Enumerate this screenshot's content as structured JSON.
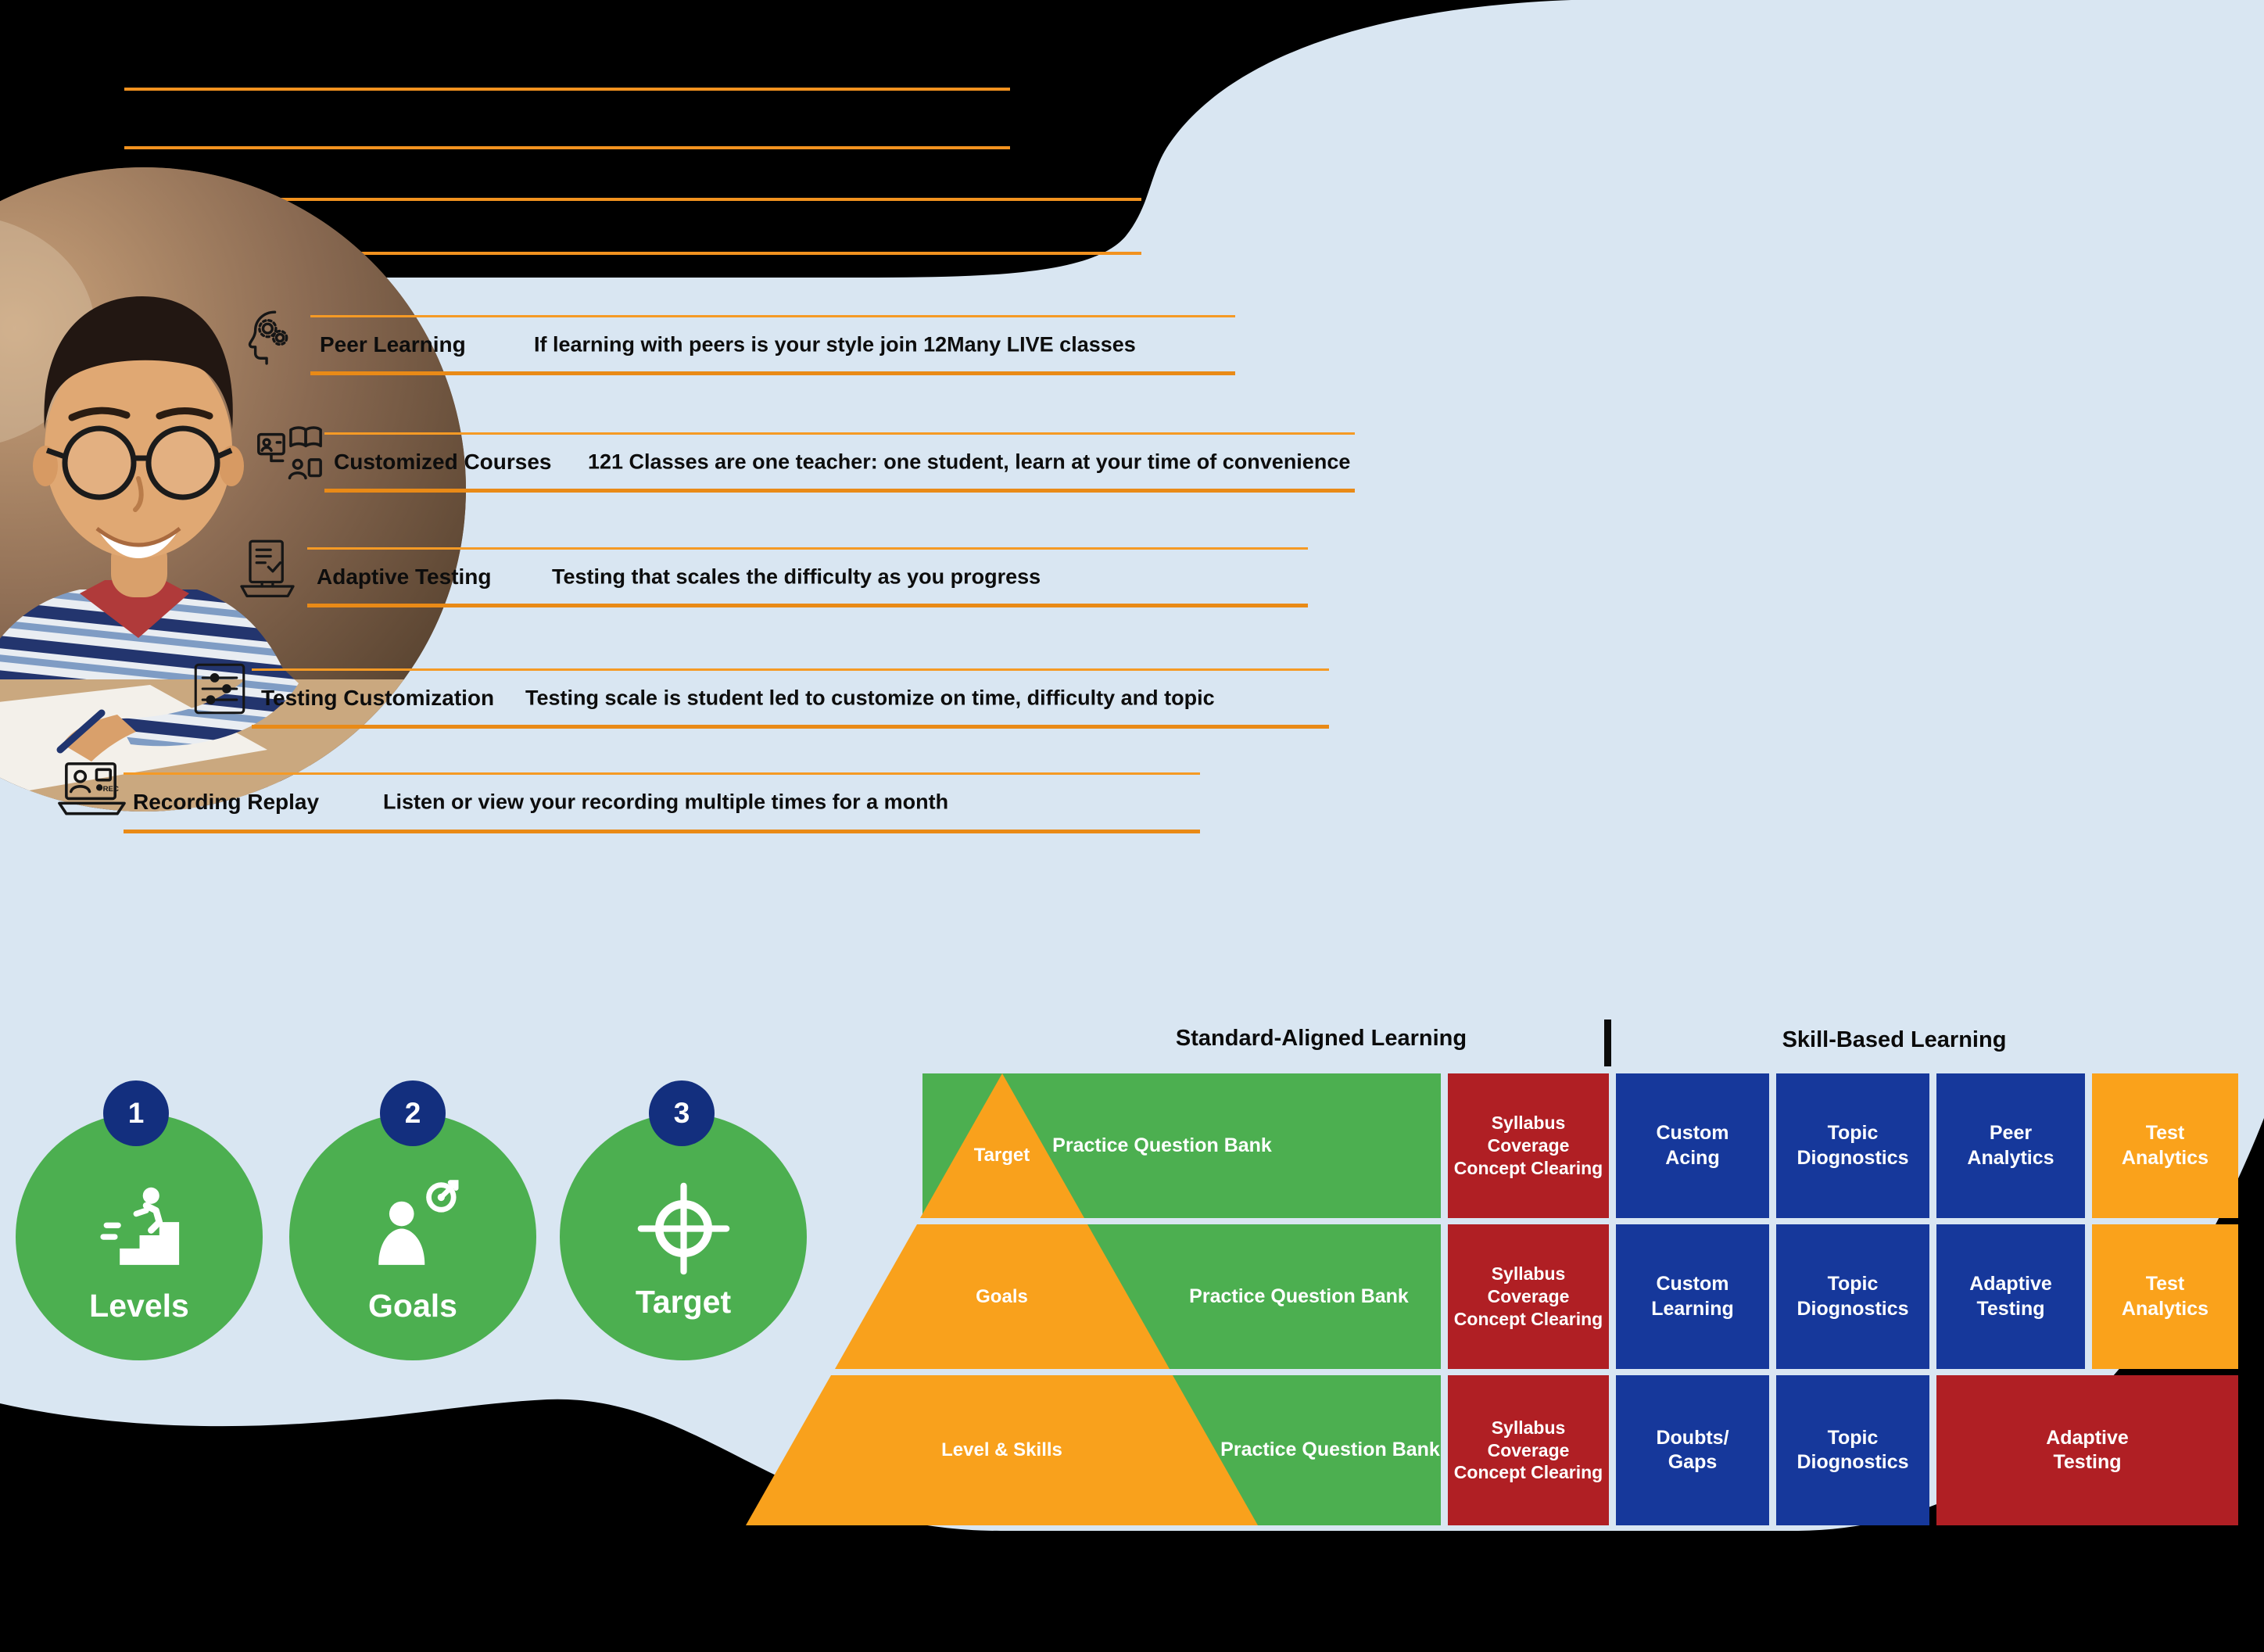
{
  "colors": {
    "background_black": "#000000",
    "blob_light_blue": "#D9E6F2",
    "accent_orange": "#F2921F",
    "step_green": "#4CAF50",
    "badge_navy": "#132F7E",
    "cell_green": "#4CAF50",
    "cell_red": "#B01F24",
    "cell_blue": "#16389B",
    "cell_orange": "#FAA21B",
    "pyramid_orange": "#F9A11C"
  },
  "features": [
    {
      "title": "Peer Learning",
      "description": "If learning with peers is your style join 12Many LIVE classes"
    },
    {
      "title": "Customized Courses",
      "description": "121 Classes are one teacher: one student, learn at your time of convenience"
    },
    {
      "title": "Adaptive Testing",
      "description": "Testing that scales the difficulty as you progress"
    },
    {
      "title": "Testing Customization",
      "description": "Testing scale is student led to customize on time, difficulty and topic"
    },
    {
      "title": "Recording Replay",
      "description": "Listen or view your recording multiple times for a month"
    }
  ],
  "steps": [
    {
      "number": "1",
      "label": "Levels"
    },
    {
      "number": "2",
      "label": "Goals"
    },
    {
      "number": "3",
      "label": "Target"
    }
  ],
  "matrix": {
    "headers": {
      "left": "Standard-Aligned Learning",
      "right": "Skill-Based Learning"
    },
    "rows": [
      {
        "level": "Target",
        "practice": "Practice Question Bank",
        "syllabus": "Syllabus\nCoverage\nConcept Clearing",
        "c1": "Custom\nAcing",
        "c2": "Topic\nDiognostics",
        "c3": "Peer\nAnalytics",
        "c4": "Test\nAnalytics"
      },
      {
        "level": "Goals",
        "practice": "Practice Question Bank",
        "syllabus": "Syllabus\nCoverage\nConcept Clearing",
        "c1": "Custom\nLearning",
        "c2": "Topic\nDiognostics",
        "c3": "Adaptive\nTesting",
        "c4": "Test\nAnalytics"
      },
      {
        "level": "Level & Skills",
        "practice": "Practice Question Bank",
        "syllabus": "Syllabus\nCoverage\nConcept Clearing",
        "c1": "Doubts/\nGaps",
        "c2": "Topic\nDiognostics",
        "c3_wide": "Adaptive\nTesting"
      }
    ]
  }
}
